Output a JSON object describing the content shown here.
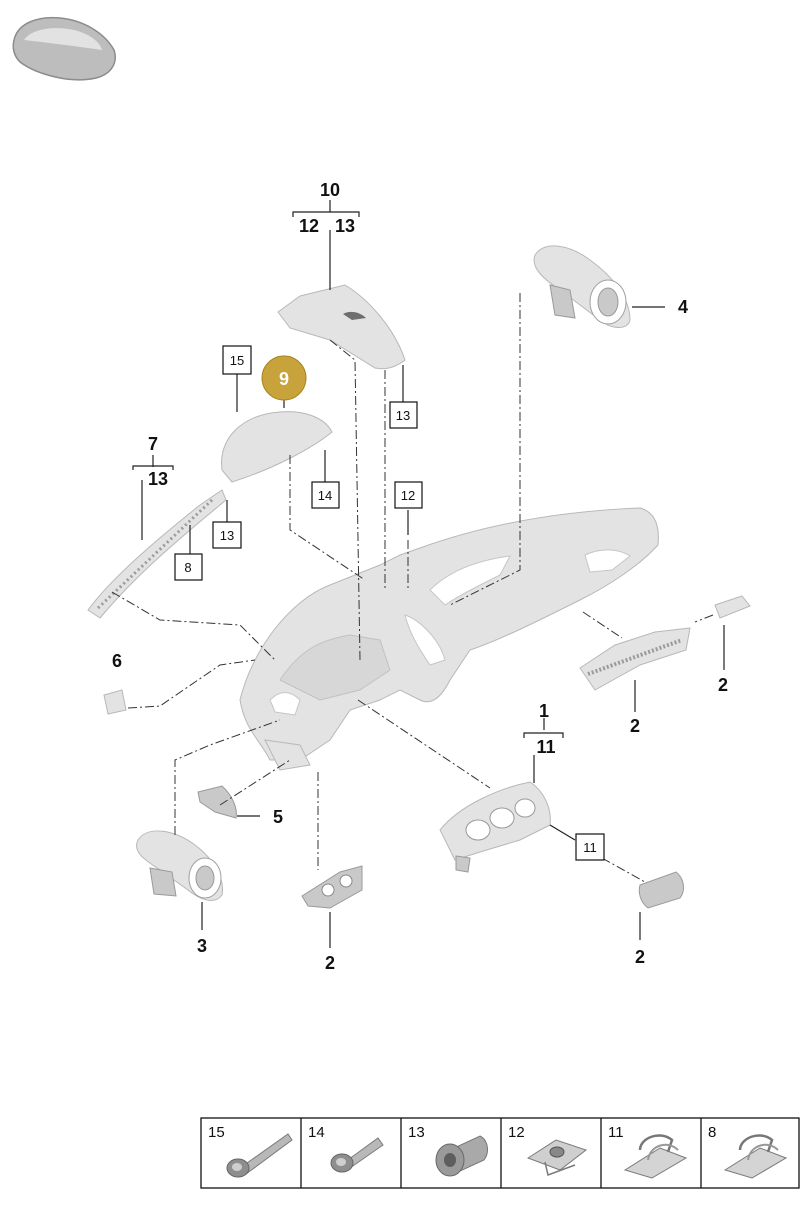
{
  "callouts": {
    "c1": "1",
    "c2a": "2",
    "c2b": "2",
    "c2c": "2",
    "c2d": "2",
    "c3": "3",
    "c4": "4",
    "c5": "5",
    "c6": "6",
    "c7": "7",
    "c9": "9",
    "c10": "10",
    "c11": "11",
    "c12": "12",
    "c13a": "13",
    "c13b": "13"
  },
  "boxed_labels": {
    "b15": "15",
    "b13a": "13",
    "b14": "14",
    "b12": "12",
    "b13b": "13",
    "b8": "8",
    "b11": "11"
  },
  "highlight_color": "#c8a23a",
  "legend": [
    {
      "number": "15",
      "icon": "bolt-icon"
    },
    {
      "number": "14",
      "icon": "screw-icon"
    },
    {
      "number": "13",
      "icon": "expansion-nut-icon"
    },
    {
      "number": "12",
      "icon": "clip-nut-icon"
    },
    {
      "number": "11",
      "icon": "spring-clip-icon"
    },
    {
      "number": "8",
      "icon": "spring-clip-icon"
    }
  ]
}
